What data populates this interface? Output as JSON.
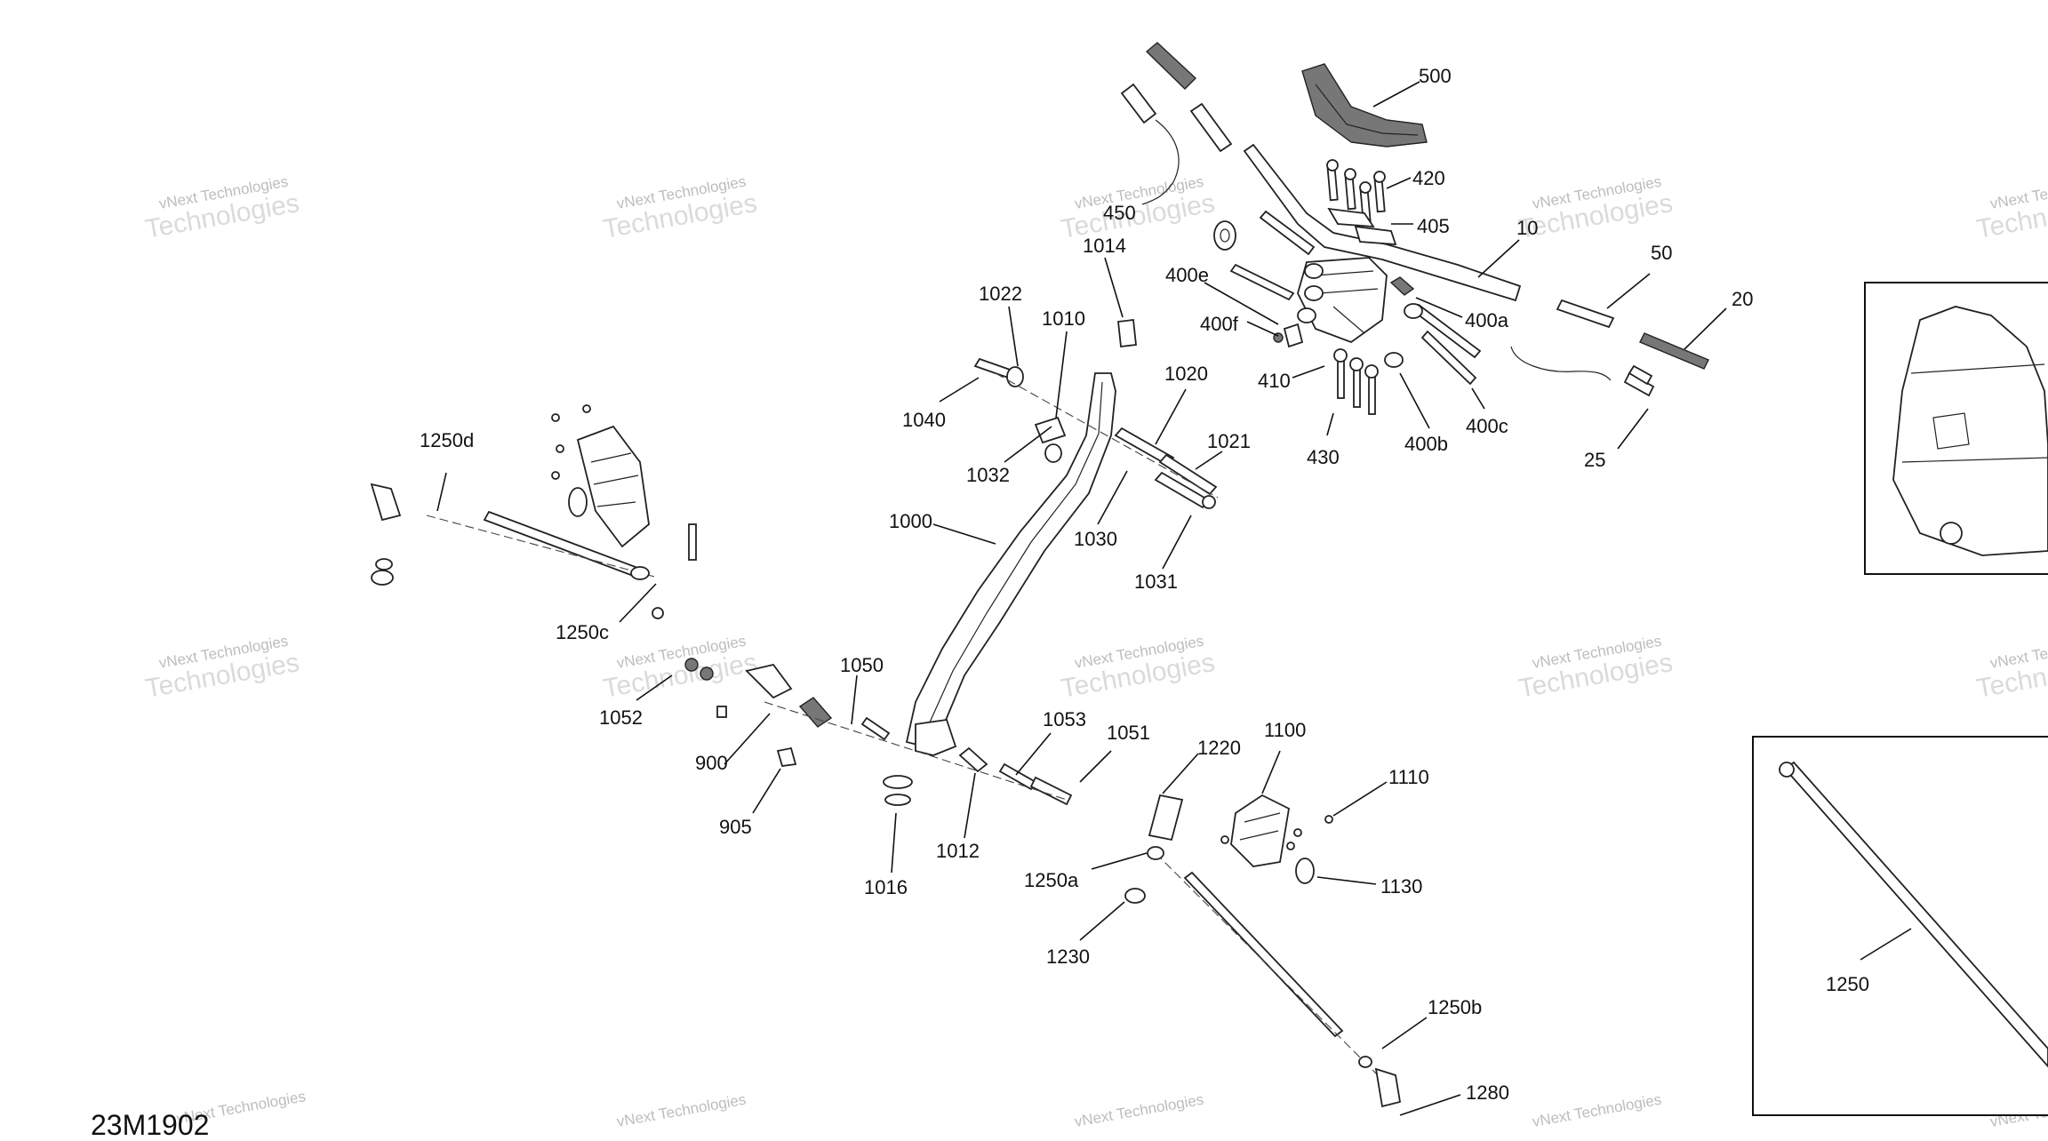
{
  "diagram_code": "23M1902",
  "watermark": {
    "line1": "vNext Technologies",
    "line2": "Technologies"
  },
  "callouts": [
    {
      "id": "500",
      "text": "500"
    },
    {
      "id": "420",
      "text": "420"
    },
    {
      "id": "405",
      "text": "405"
    },
    {
      "id": "450",
      "text": "450"
    },
    {
      "id": "10",
      "text": "10"
    },
    {
      "id": "50",
      "text": "50"
    },
    {
      "id": "20",
      "text": "20"
    },
    {
      "id": "25",
      "text": "25"
    },
    {
      "id": "1014",
      "text": "1014"
    },
    {
      "id": "1022",
      "text": "1022"
    },
    {
      "id": "1010",
      "text": "1010"
    },
    {
      "id": "1040",
      "text": "1040"
    },
    {
      "id": "1020",
      "text": "1020"
    },
    {
      "id": "1021",
      "text": "1021"
    },
    {
      "id": "1032",
      "text": "1032"
    },
    {
      "id": "1030",
      "text": "1030"
    },
    {
      "id": "1031",
      "text": "1031"
    },
    {
      "id": "1000",
      "text": "1000"
    },
    {
      "id": "400e",
      "text": "400e"
    },
    {
      "id": "400f",
      "text": "400f"
    },
    {
      "id": "400a",
      "text": "400a"
    },
    {
      "id": "410",
      "text": "410"
    },
    {
      "id": "430",
      "text": "430"
    },
    {
      "id": "400b",
      "text": "400b"
    },
    {
      "id": "400c",
      "text": "400c"
    },
    {
      "id": "1250d",
      "text": "1250d"
    },
    {
      "id": "1250c",
      "text": "1250c"
    },
    {
      "id": "1052",
      "text": "1052"
    },
    {
      "id": "900",
      "text": "900"
    },
    {
      "id": "905",
      "text": "905"
    },
    {
      "id": "1050",
      "text": "1050"
    },
    {
      "id": "1016",
      "text": "1016"
    },
    {
      "id": "1012",
      "text": "1012"
    },
    {
      "id": "1053",
      "text": "1053"
    },
    {
      "id": "1051",
      "text": "1051"
    },
    {
      "id": "1220",
      "text": "1220"
    },
    {
      "id": "1100",
      "text": "1100"
    },
    {
      "id": "1110",
      "text": "1110"
    },
    {
      "id": "1130",
      "text": "1130"
    },
    {
      "id": "1250a",
      "text": "1250a"
    },
    {
      "id": "1230",
      "text": "1230"
    },
    {
      "id": "1250b",
      "text": "1250b"
    },
    {
      "id": "1280",
      "text": "1280"
    },
    {
      "id": "1250",
      "text": "1250"
    }
  ]
}
